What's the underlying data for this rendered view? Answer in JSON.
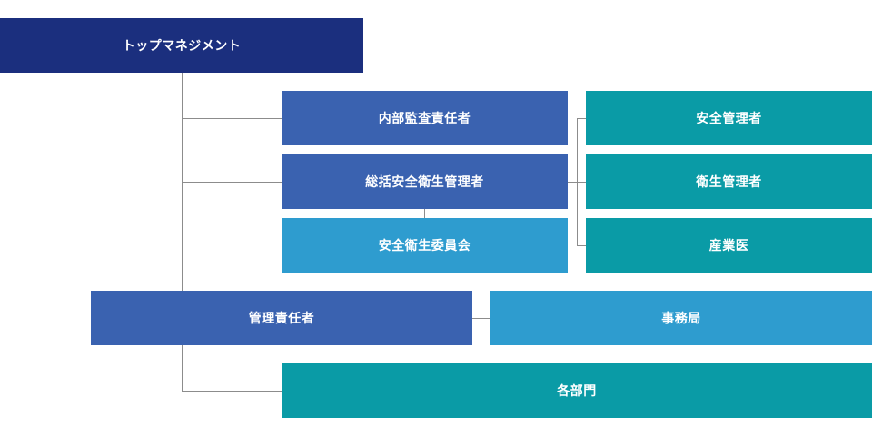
{
  "org_chart": {
    "top_management": "トップマネジメント",
    "internal_audit_officer": "内部監査責任者",
    "general_safety_health_manager": "総括安全衛生管理者",
    "safety_health_committee": "安全衛生委員会",
    "safety_manager": "安全管理者",
    "health_manager": "衛生管理者",
    "industrial_physician": "産業医",
    "management_officer": "管理責任者",
    "secretariat": "事務局",
    "departments": "各部門"
  },
  "colors": {
    "navy": "#1b2f7e",
    "blue": "#3a62b0",
    "sky": "#2e9ccf",
    "teal": "#0a9ba6",
    "connector": "#8c8c8c"
  }
}
